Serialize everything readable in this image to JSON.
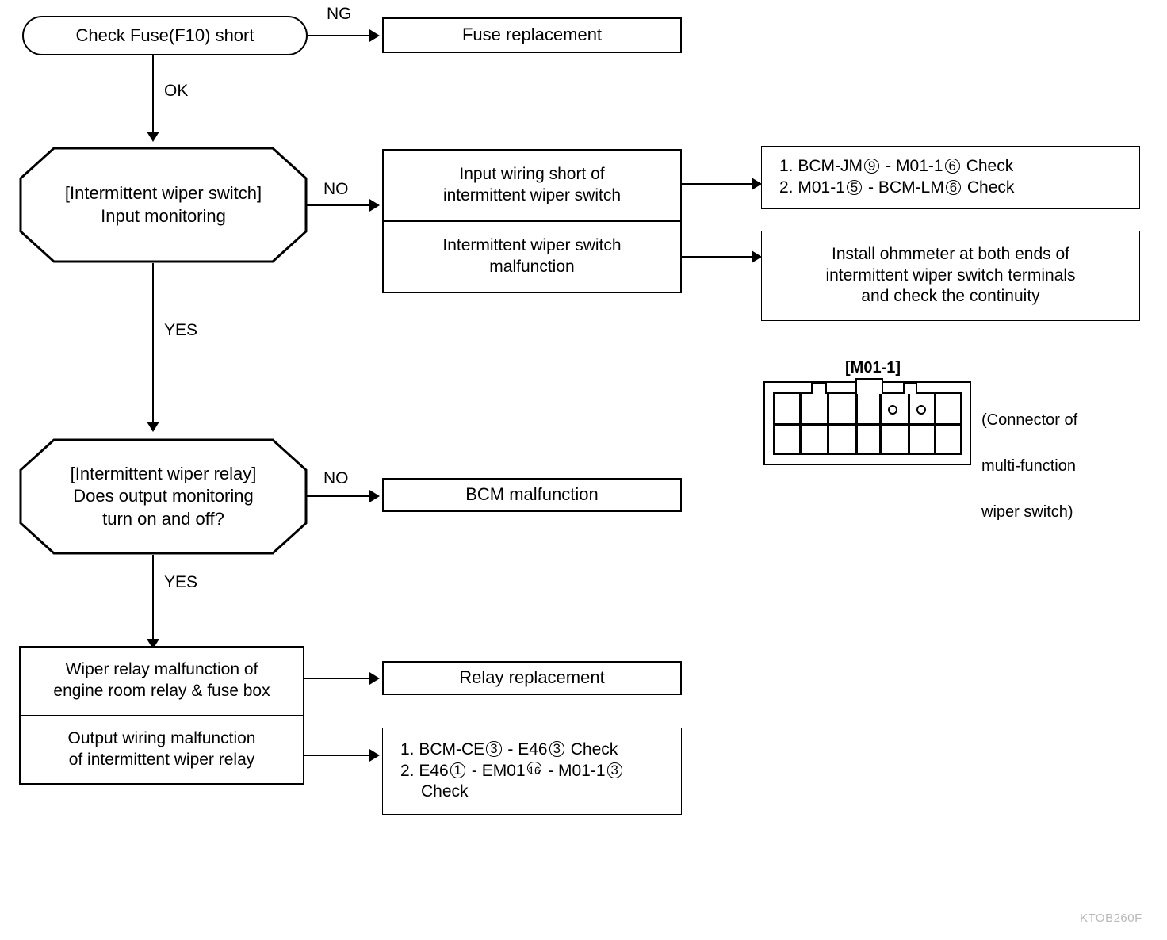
{
  "diagram": {
    "title": "Intermittent wiper troubleshooting flowchart",
    "code": "KTOB260F",
    "nodes": {
      "check_fuse": "Check Fuse(F10) short",
      "fuse_replacement": "Fuse replacement",
      "input_monitor_line1": "[Intermittent wiper switch]",
      "input_monitor_line2": "Input monitoring",
      "input_wiring_short_line1": "Input wiring short of",
      "input_wiring_short_line2": "intermittent wiper switch",
      "switch_malfunction_line1": "Intermittent wiper switch",
      "switch_malfunction_line2": "malfunction",
      "relay_monitor_line1": "[Intermittent wiper relay]",
      "relay_monitor_line2": "Does output monitoring",
      "relay_monitor_line3": "turn on and off?",
      "bcm_malfunction": "BCM malfunction",
      "wiper_relay_malfunction_line1": "Wiper relay malfunction of",
      "wiper_relay_malfunction_line2": "engine room relay & fuse box",
      "output_wiring_malfunction_line1": "Output wiring malfunction",
      "output_wiring_malfunction_line2": "of intermittent wiper relay",
      "relay_replacement": "Relay replacement",
      "ohmmeter_line1": "Install ohmmeter at both ends of",
      "ohmmeter_line2": "intermittent wiper switch terminals",
      "ohmmeter_line3": "and check the continuity"
    },
    "edge_labels": {
      "ng": "NG",
      "ok": "OK",
      "no_1": "NO",
      "yes_1": "YES",
      "no_2": "NO",
      "yes_2": "YES"
    },
    "check_list_top": {
      "items": [
        {
          "num": "1.",
          "a": "BCM-JM",
          "c1": "9",
          "sep": "-",
          "b": "M01-1",
          "c2": "6",
          "tail": "Check"
        },
        {
          "num": "2.",
          "a": "M01-1",
          "c1": "5",
          "sep": "-",
          "b": "BCM-LM",
          "c2": "6",
          "tail": "Check"
        }
      ]
    },
    "check_list_bottom": {
      "line1": {
        "num": "1.",
        "a": "BCM-CE",
        "c1": "3",
        "sep": "-",
        "b": "E46",
        "c2": "3",
        "tail": "Check"
      },
      "line2": {
        "num": "2.",
        "a": "E46",
        "c1": "1",
        "sep1": "-",
        "b": "EM01",
        "c2": "16",
        "sep2": "-",
        "c": "M01-1",
        "c3": "3"
      },
      "line3": "Check"
    },
    "connector": {
      "title": "[M01-1]",
      "caption_line1": "(Connector of",
      "caption_line2": "multi-function",
      "caption_line3": "wiper switch)"
    }
  }
}
